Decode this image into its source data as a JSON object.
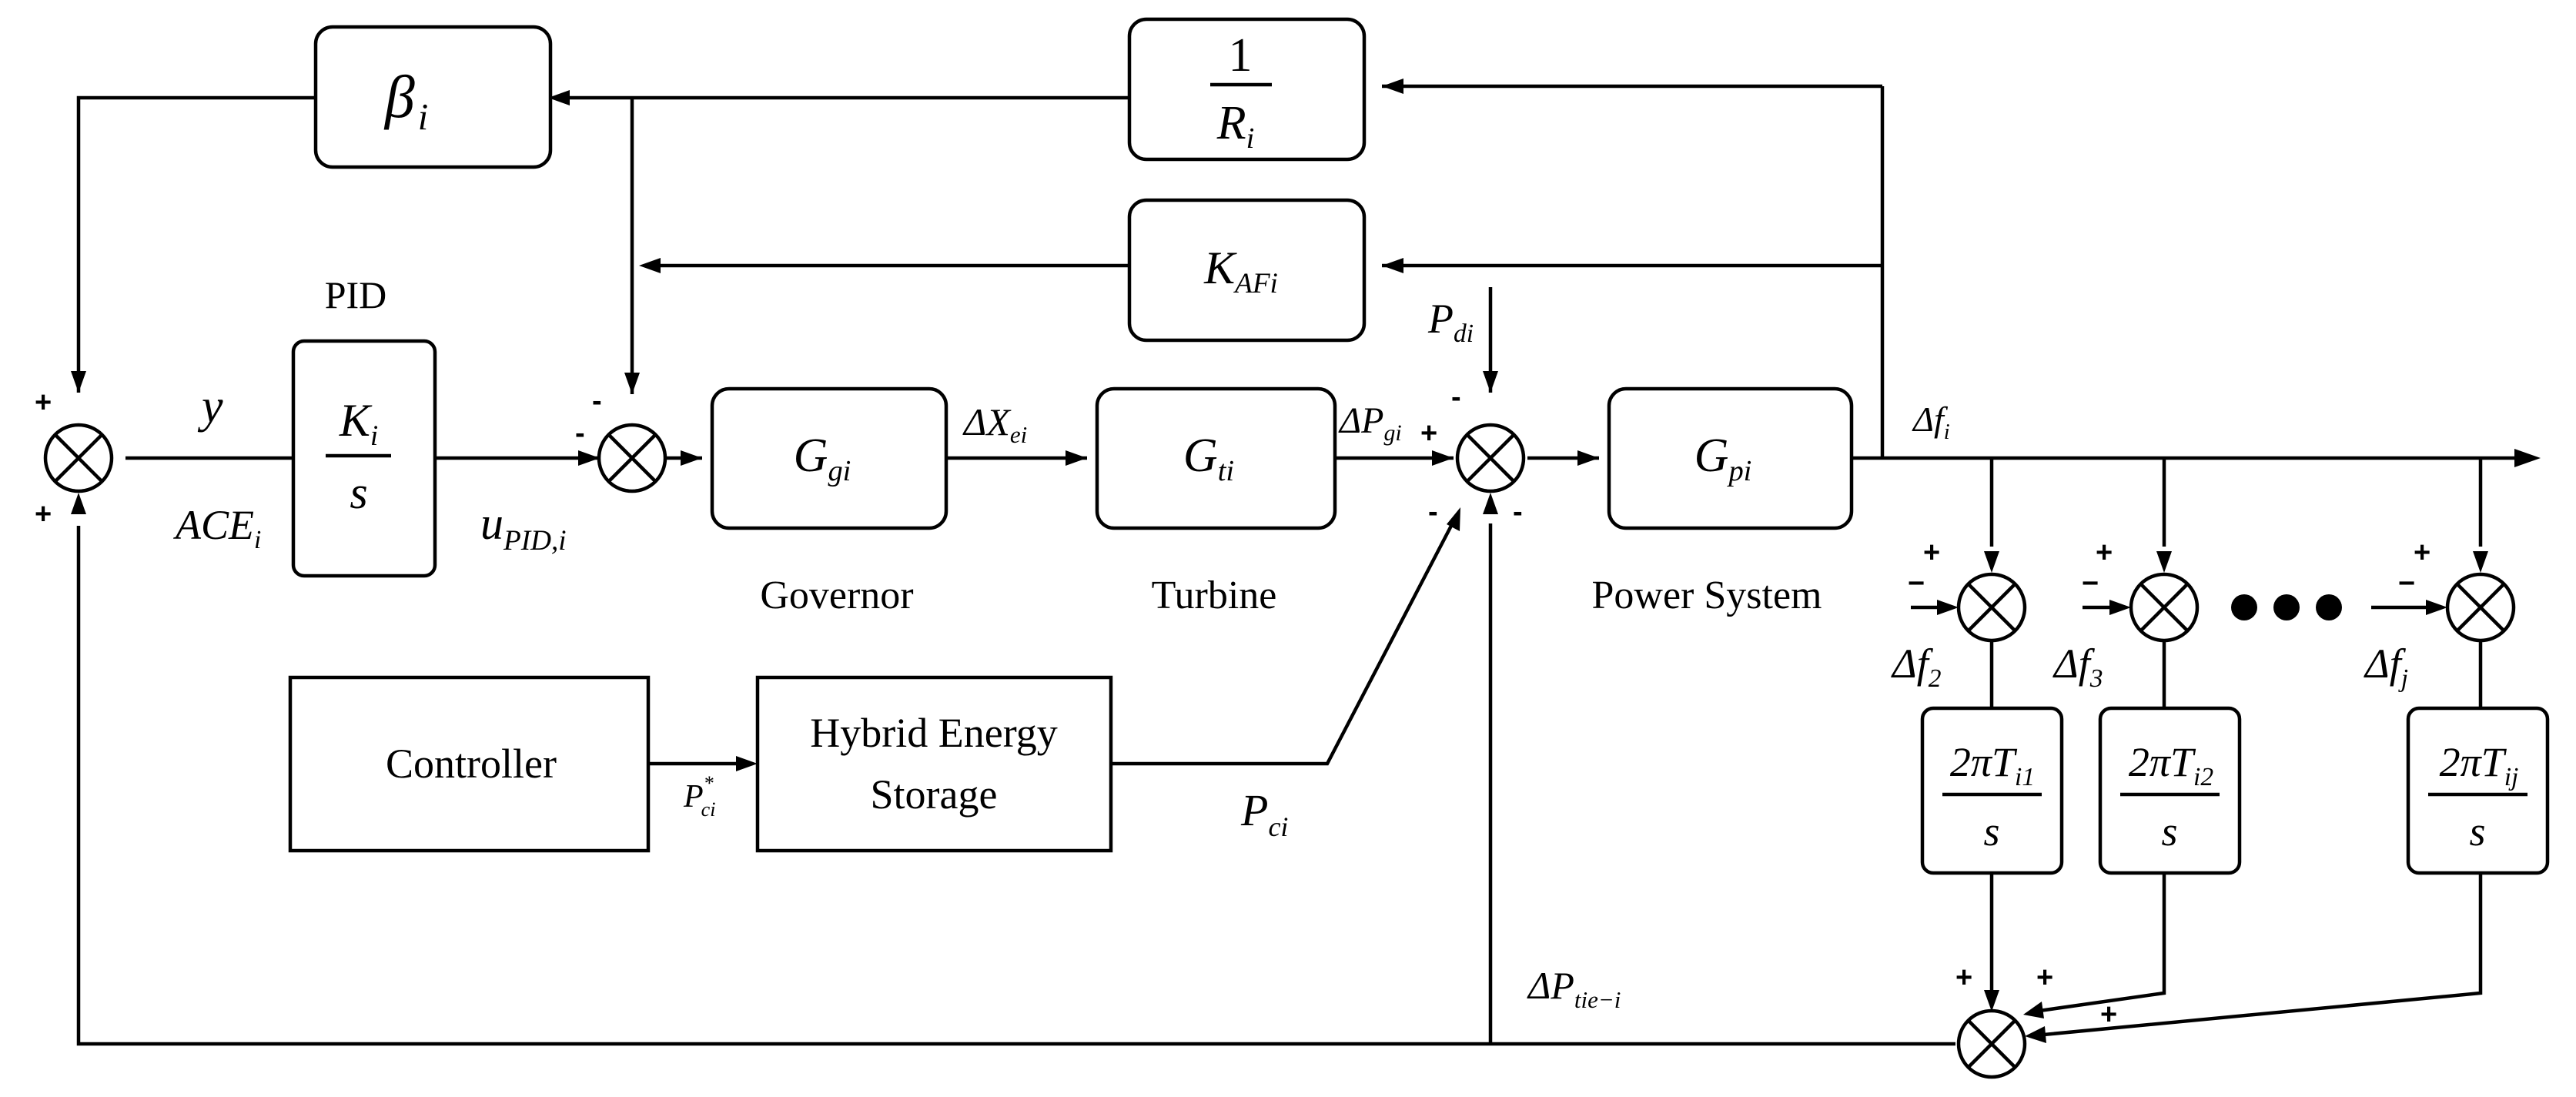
{
  "blocks": {
    "pid_title": "PID",
    "pid_num": "K",
    "pid_num_sub": "i",
    "pid_den": "s",
    "beta": "β",
    "beta_sub": "i",
    "inv_r_num": "1",
    "inv_r_den": "R",
    "inv_r_den_sub": "i",
    "kaf": "K",
    "kaf_sub": "AFi",
    "governor": "G",
    "governor_sub": "gi",
    "turbine": "G",
    "turbine_sub": "ti",
    "power": "G",
    "power_sub": "pi",
    "controller": "Controller",
    "storage_line1": "Hybrid Energy",
    "storage_line2": "Storage",
    "tie_num_prefix": "2πT",
    "tie1_sub": "i1",
    "tie2_sub": "i2",
    "tiej_sub": "ij",
    "tie_den": "s"
  },
  "captions": {
    "governor": "Governor",
    "turbine": "Turbine",
    "power_system": "Power System"
  },
  "signals": {
    "y": "y",
    "ace": "ACE",
    "ace_sub": "i",
    "u_pid": "u",
    "u_pid_sub": "PID,i",
    "dx": "ΔX",
    "dx_sub": "ei",
    "dpg": "ΔP",
    "dpg_sub": "gi",
    "pd": "P",
    "pd_sub": "di",
    "df": "Δf",
    "df_sub": "i",
    "df2": "Δf",
    "df2_sub": "2",
    "df3": "Δf",
    "df3_sub": "3",
    "dfj": "Δf",
    "dfj_sub": "j",
    "pc_star": "P",
    "pc_star_sub": "ci",
    "pc_star_sup": "*",
    "pc": "P",
    "pc_sub": "ci",
    "dptie": "ΔP",
    "dptie_sub": "tie−i"
  },
  "signs": {
    "plus": "+",
    "minus": "−",
    "minus_short": "-"
  }
}
